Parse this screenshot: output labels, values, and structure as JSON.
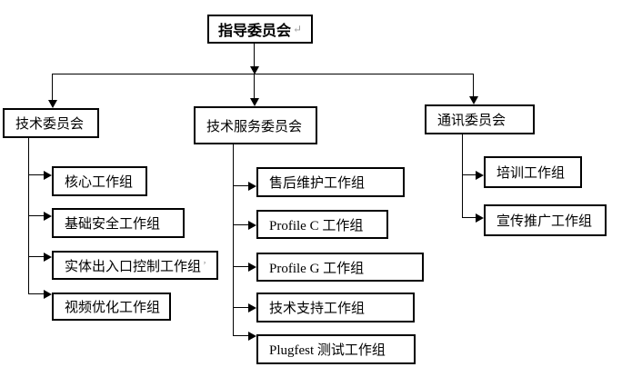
{
  "tree": {
    "root": {
      "label": "指导委员会",
      "format_mark": "↵"
    },
    "committees": [
      {
        "label": "技术委员会",
        "children": [
          {
            "label": "核心工作组"
          },
          {
            "label": "基础安全工作组"
          },
          {
            "label": "实体出入口控制工作组",
            "format_mark": "ʼ"
          },
          {
            "label": "视频优化工作组"
          }
        ]
      },
      {
        "label": "技术服务委员会",
        "children": [
          {
            "label": "售后维护工作组"
          },
          {
            "label": "Profile C 工作组"
          },
          {
            "label": "Profile G 工作组"
          },
          {
            "label": "技术支持工作组"
          },
          {
            "label": "Plugfest 测试工作组"
          }
        ]
      },
      {
        "label": "通讯委员会",
        "children": [
          {
            "label": "培训工作组"
          },
          {
            "label": "宣传推广工作组"
          }
        ]
      }
    ],
    "colors": {
      "line": "#000000",
      "box_border": "#000000",
      "box_fill": "#ffffff",
      "text": "#000000",
      "format_mark": "#9a9a9a"
    }
  }
}
